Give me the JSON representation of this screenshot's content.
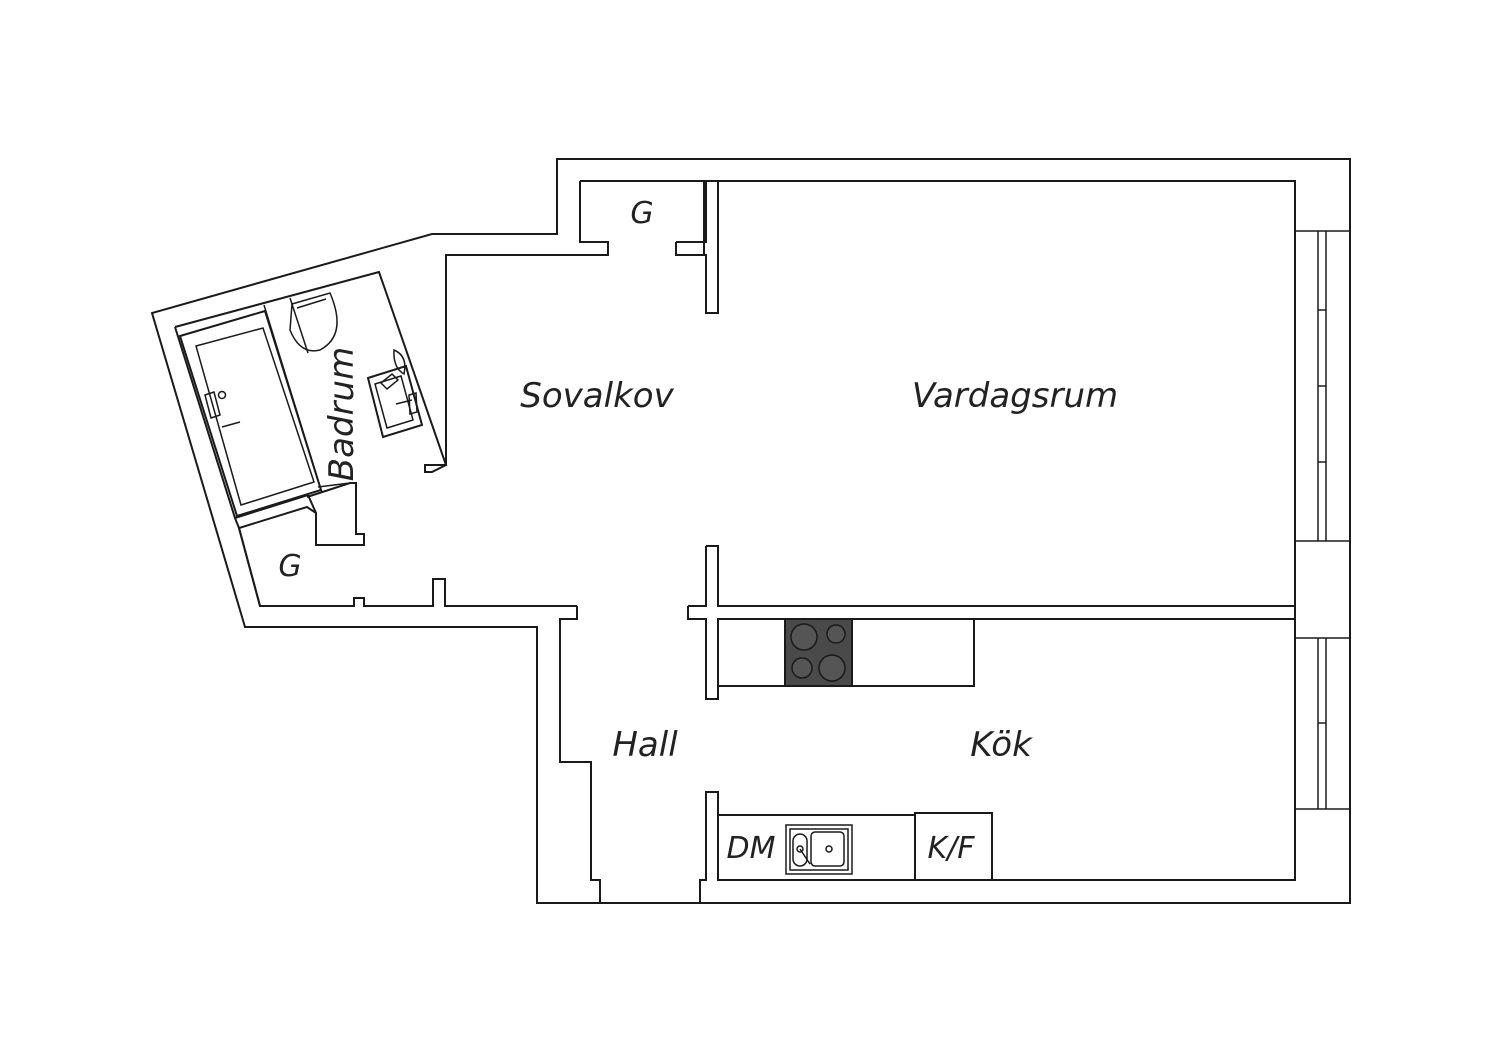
{
  "floorplan": {
    "rooms": {
      "vardagsrum": "Vardagsrum",
      "sovalkov": "Sovalkov",
      "badrum": "Badrum",
      "hall": "Hall",
      "kok": "Kök",
      "garderob_top": "G",
      "garderob_left": "G"
    },
    "fixtures": {
      "diskmaskin": "DM",
      "kyl_frys": "K/F"
    },
    "colors": {
      "wall": "#1a1a1a",
      "stove": "#555555",
      "background": "#ffffff"
    }
  }
}
